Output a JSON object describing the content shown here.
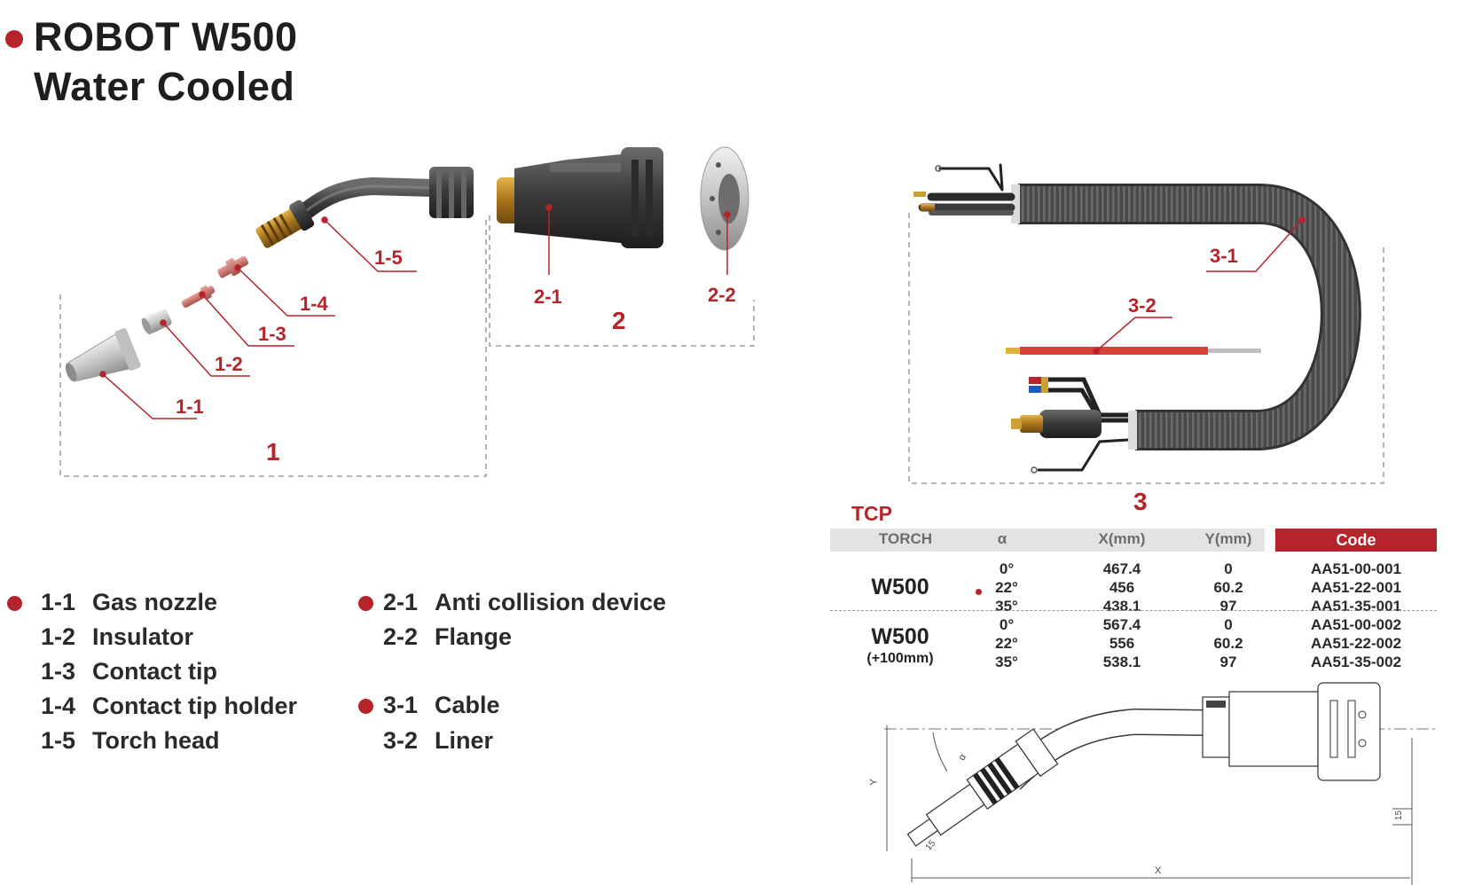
{
  "title": {
    "line1": "ROBOT W500",
    "line2": "Water Cooled"
  },
  "callouts": {
    "c1_1": "1-1",
    "c1_2": "1-2",
    "c1_3": "1-3",
    "c1_4": "1-4",
    "c1_5": "1-5",
    "c2_1": "2-1",
    "c2_2": "2-2",
    "c3_1": "3-1",
    "c3_2": "3-2",
    "g1": "1",
    "g2": "2",
    "g3": "3"
  },
  "parts": {
    "group1": [
      {
        "code": "1-1",
        "name": "Gas nozzle"
      },
      {
        "code": "1-2",
        "name": "Insulator"
      },
      {
        "code": "1-3",
        "name": "Contact tip"
      },
      {
        "code": "1-4",
        "name": "Contact tip holder"
      },
      {
        "code": "1-5",
        "name": "Torch head"
      }
    ],
    "group2": [
      {
        "code": "2-1",
        "name": "Anti collision device"
      },
      {
        "code": "2-2",
        "name": "Flange"
      }
    ],
    "group3": [
      {
        "code": "3-1",
        "name": "Cable"
      },
      {
        "code": "3-2",
        "name": "Liner"
      }
    ]
  },
  "tcp": {
    "title": "TCP",
    "headers": {
      "torch": "TORCH",
      "alpha": "α",
      "x": "X(mm)",
      "y": "Y(mm)",
      "code": "Code"
    },
    "rows": [
      {
        "torch": "W500",
        "sub": "",
        "entries": [
          {
            "alpha": "0°",
            "x": "467.4",
            "y": "0",
            "code": "AA51-00-001"
          },
          {
            "alpha": "22°",
            "x": "456",
            "y": "60.2",
            "code": "AA51-22-001"
          },
          {
            "alpha": "35°",
            "x": "438.1",
            "y": "97",
            "code": "AA51-35-001"
          }
        ]
      },
      {
        "torch": "W500",
        "sub": "(+100mm)",
        "entries": [
          {
            "alpha": "0°",
            "x": "567.4",
            "y": "0",
            "code": "AA51-00-002"
          },
          {
            "alpha": "22°",
            "x": "556",
            "y": "60.2",
            "code": "AA51-22-002"
          },
          {
            "alpha": "35°",
            "x": "538.1",
            "y": "97",
            "code": "AA51-35-002"
          }
        ]
      }
    ]
  },
  "drawing_labels": {
    "y": "Y",
    "x": "X",
    "alpha": "α",
    "dim15a": "15",
    "dim15b": "15"
  }
}
